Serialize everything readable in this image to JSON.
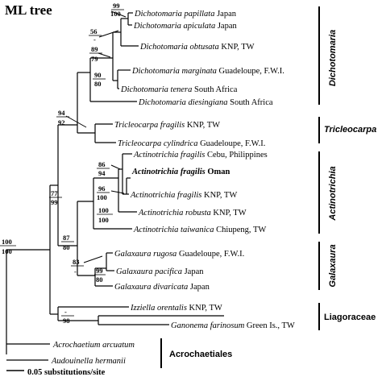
{
  "title": "ML tree",
  "scale_label": "0.05 substitutions/site",
  "taxa": [
    {
      "genus": "Dichotomaria",
      "species": "papillata",
      "locality": "Japan"
    },
    {
      "genus": "Dichotomaria",
      "species": "apiculata",
      "locality": "Japan"
    },
    {
      "genus": "Dichotomaria",
      "species": "obtusata",
      "locality": "KNP, TW"
    },
    {
      "genus": "Dichotomaria",
      "species": "marginata",
      "locality": "Guadeloupe, F.W.I."
    },
    {
      "genus": "Dichotomaria",
      "species": "tenera",
      "locality": "South Africa"
    },
    {
      "genus": "Dichotomaria",
      "species": "diesingiana",
      "locality": "South Africa"
    },
    {
      "genus": "Tricleocarpa",
      "species": "fragilis",
      "locality": "KNP, TW"
    },
    {
      "genus": "Tricleocarpa",
      "species": "cylindrica",
      "locality": "Guadeloupe, F.W.I."
    },
    {
      "genus": "Actinotrichia",
      "species": "fragilis",
      "locality": "Cebu, Philippines"
    },
    {
      "genus": "Actinotrichia",
      "species": "fragilis",
      "locality": "Oman"
    },
    {
      "genus": "Actinotrichia",
      "species": "fragilis",
      "locality": "KNP, TW"
    },
    {
      "genus": "Actinotrichia",
      "species": "robusta",
      "locality": "KNP, TW"
    },
    {
      "genus": "Actinotrichia",
      "species": "taiwanica",
      "locality": "Chiupeng, TW"
    },
    {
      "genus": "Galaxaura",
      "species": "rugosa",
      "locality": "Guadeloupe, F.W.I."
    },
    {
      "genus": "Galaxaura",
      "species": "pacifica",
      "locality": "Japan"
    },
    {
      "genus": "Galaxaura",
      "species": "divaricata",
      "locality": "Japan"
    },
    {
      "genus": "Izziella",
      "species": "orentalis",
      "locality": "KNP, TW"
    },
    {
      "genus": "Ganonema",
      "species": "farinosum",
      "locality": "Green Is., TW"
    },
    {
      "genus": "Acrochaetium",
      "species": "arcuatum",
      "locality": ""
    },
    {
      "genus": "Audouinella",
      "species": "hermanii",
      "locality": ""
    }
  ],
  "supports": [
    {
      "top": "99",
      "bottom": "100"
    },
    {
      "top": "56",
      "bottom": "-"
    },
    {
      "top": "89",
      "bottom": "79"
    },
    {
      "top": "90",
      "bottom": "80"
    },
    {
      "top": "94",
      "bottom": "92"
    },
    {
      "top": "86",
      "bottom": "94"
    },
    {
      "top": "96",
      "bottom": "100"
    },
    {
      "top": "100",
      "bottom": "100"
    },
    {
      "top": "83",
      "bottom": "-"
    },
    {
      "top": "99",
      "bottom": "80"
    },
    {
      "top": "87",
      "bottom": "80"
    },
    {
      "top": "77",
      "bottom": "99"
    },
    {
      "top": "-",
      "bottom": "98"
    },
    {
      "top": "100",
      "bottom": "100"
    }
  ],
  "clades": [
    "Dichotomaria",
    "Tricleocarpa",
    "Actinotrichia",
    "Galaxaura",
    "Liagoraceae",
    "Acrochaetiales"
  ]
}
